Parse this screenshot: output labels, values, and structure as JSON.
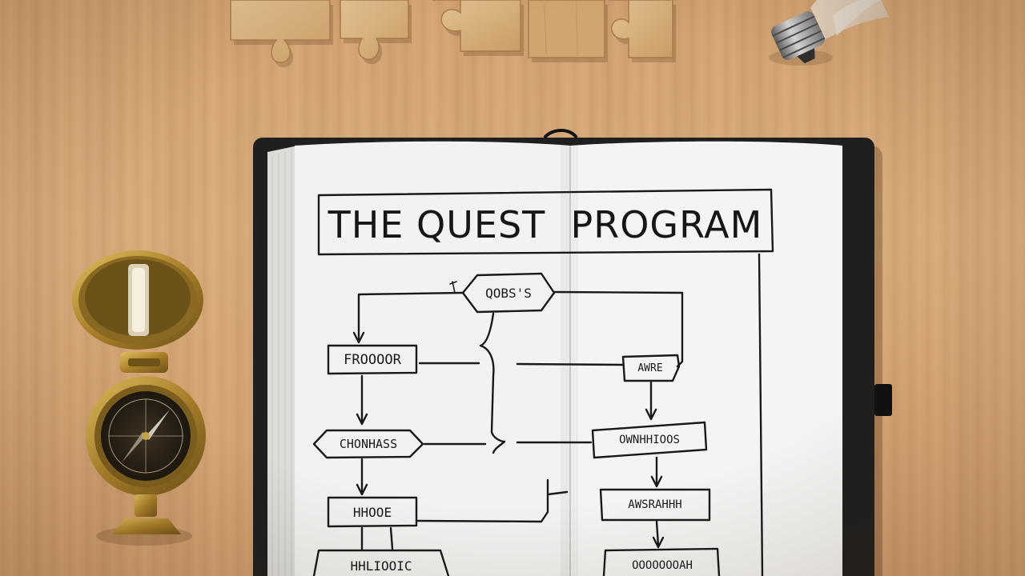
{
  "notebook": {
    "title": "THE QUEST  PROGRAM"
  },
  "flowchart": {
    "nodes": {
      "top": "QOBS'S",
      "left_1": "FROOOOR",
      "left_2": "CHONHASS",
      "left_3": "HHOOE",
      "left_4": "HHLIOOIC",
      "right_1": "AWRE",
      "right_2": "OWNHHIOOS",
      "right_3": "AWSRAHHH",
      "right_4": "OOOOOOOAH"
    }
  },
  "colors": {
    "wood": "#d4a574",
    "paper": "#f3f3f1",
    "cover": "#1f1f1f",
    "ink": "#1a1a1a",
    "brass": "#b8933a",
    "puzzle_wood": "#d9b585"
  },
  "objects": {
    "compass": "compass-icon",
    "light_bulb": "light-bulb-icon",
    "puzzle": "puzzle-piece-icon"
  }
}
